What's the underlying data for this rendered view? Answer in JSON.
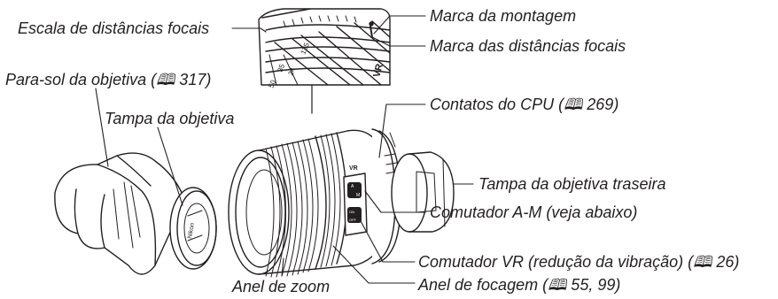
{
  "labels": {
    "focal_scale": "Escala de distâncias focais",
    "mount_mark": "Marca da montagem",
    "focal_mark": "Marca das distâncias focais",
    "lens_hood": "Para-sol da objetiva (🕮 317)",
    "lens_cap": "Tampa da objetiva",
    "cpu_contacts": "Contatos do CPU (🕮 269)",
    "rear_cap": "Tampa da objetiva traseira",
    "am_switch": "Comutador A-M (veja abaixo)",
    "vr_switch": "Comutador VR (redução da vibração) (🕮 26)",
    "zoom_ring": "Anel de zoom",
    "focus_ring": "Anel de focagem (🕮 55, 99)"
  },
  "scale_numbers": [
    "135",
    "24",
    "35",
    "50"
  ],
  "lens_markings": {
    "vr": "VR",
    "vr_small": "VR",
    "a": "A",
    "m": "M",
    "on": "ON",
    "off": "OFF",
    "brand": "Nikon"
  },
  "colors": {
    "ink": "#231f20",
    "paper": "#ffffff"
  }
}
